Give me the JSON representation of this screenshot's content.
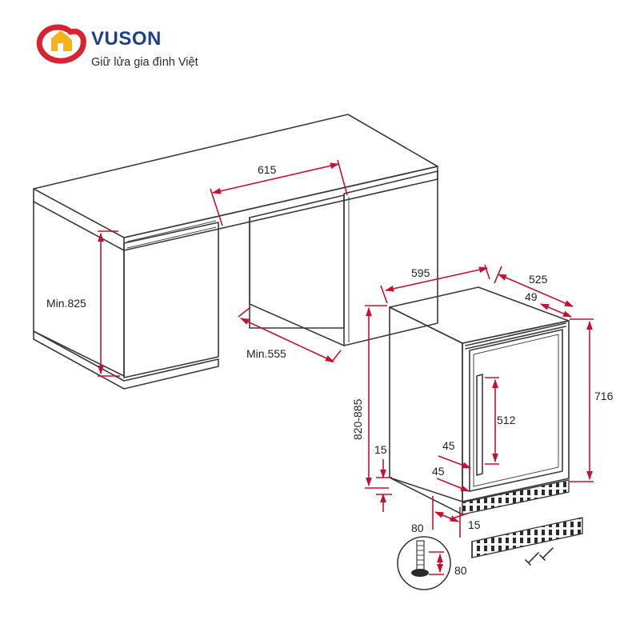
{
  "brand": {
    "name": "VUSON",
    "tagline": "Giữ lửa gia đình Việt",
    "colors": {
      "primary": "#1d3f8f",
      "accent_red": "#d9232e",
      "accent_yellow": "#f6b21a"
    }
  },
  "diagram": {
    "dimension_color": "#c8102e",
    "line_color": "#3a3a3a",
    "cabinet": {
      "opening_width": "615",
      "min_height": "Min.825",
      "min_depth": "Min.555"
    },
    "appliance": {
      "width": "595",
      "depth": "525",
      "door_offset": "49",
      "body_height": "716",
      "total_height": "820-885",
      "handle_length": "512",
      "door_gap_top": "45",
      "door_gap_bottom": "45",
      "base_height": "15",
      "plinth_depth": "80",
      "plinth_gap": "15",
      "foot_height": "80"
    }
  }
}
